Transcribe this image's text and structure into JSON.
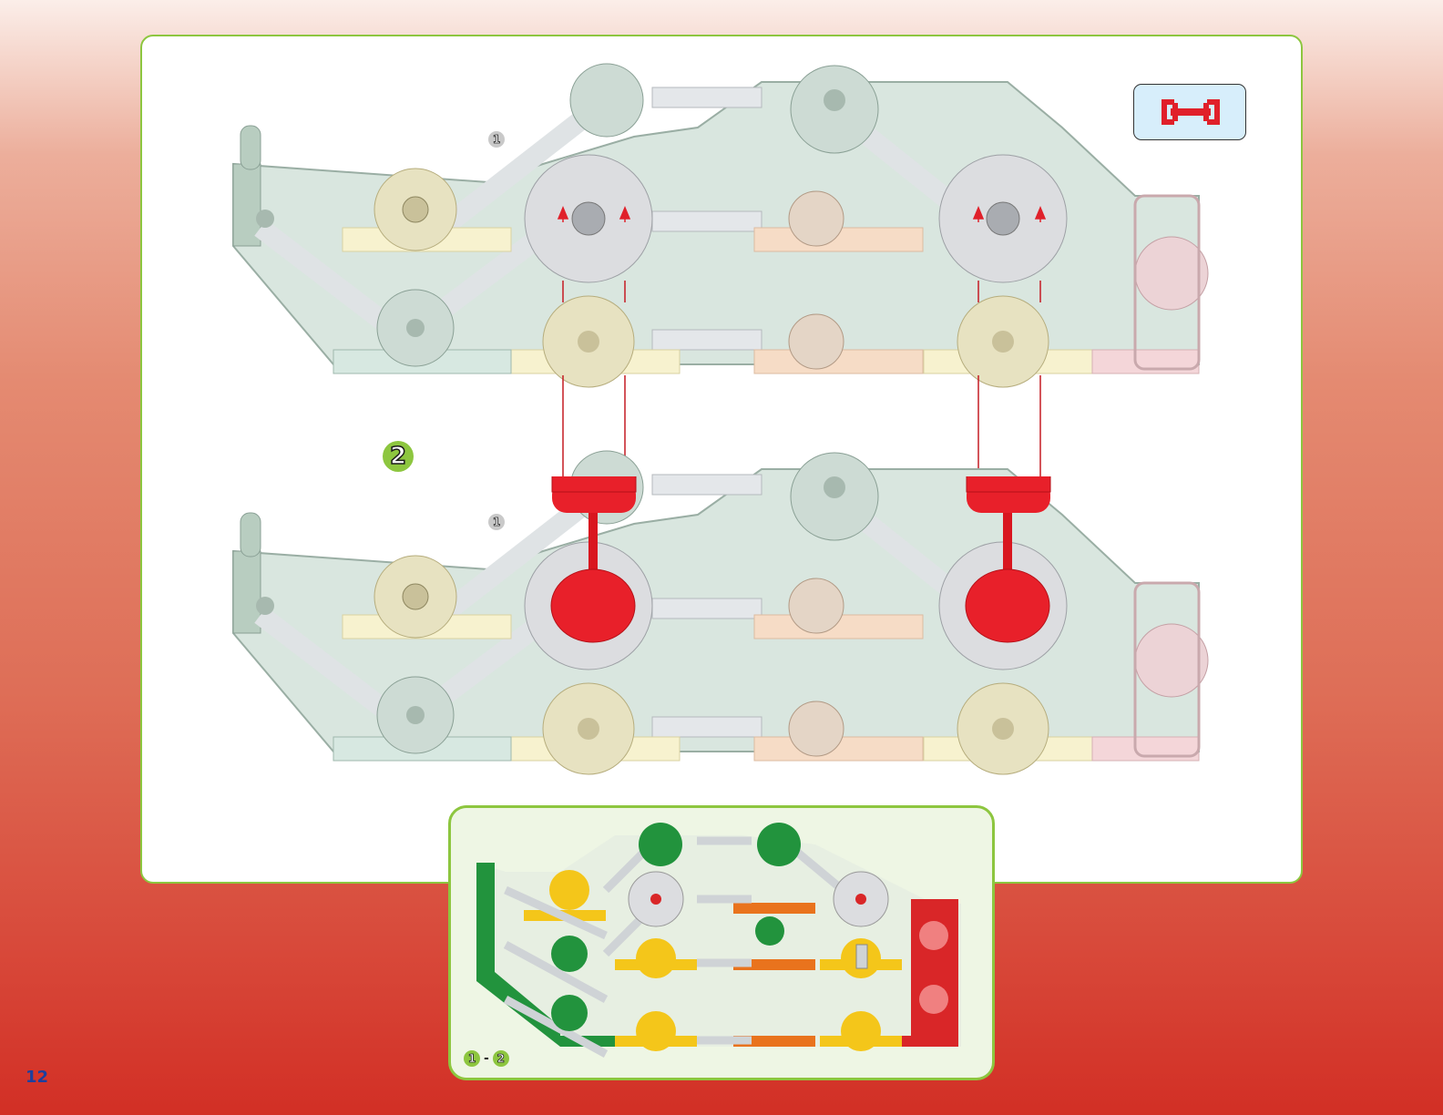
{
  "page": {
    "number": "12"
  },
  "instructions": {
    "step_number": "2",
    "substep_label": "1",
    "connector_icon": "red-two-way-connector-icon"
  },
  "completed_inset": {
    "range_start": "1",
    "range_separator": "-",
    "range_end": "2"
  },
  "colors": {
    "panel_border": "#8dc63f",
    "connector_red": "#e0202a",
    "badge_green": "#8dc63f",
    "page_number_blue": "#1c3f9e"
  }
}
